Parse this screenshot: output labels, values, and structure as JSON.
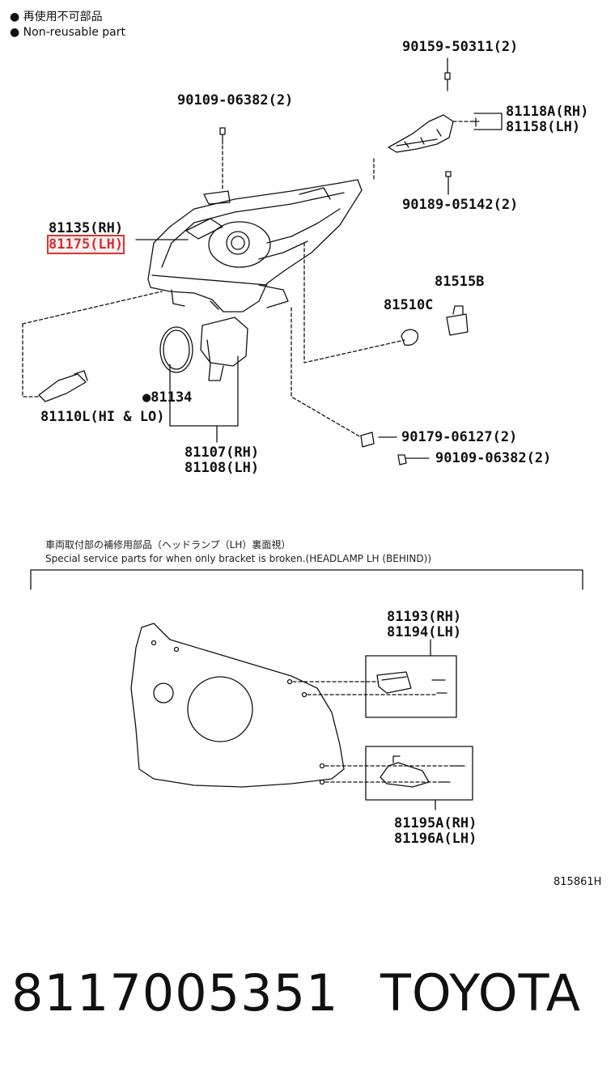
{
  "legend": {
    "jp": "● 再使用不可部品",
    "en": "● Non-reusable part"
  },
  "parts": {
    "p1": "90159-50311(2)",
    "p2": "90109-06382(2)",
    "p3a": "81118A(RH)",
    "p3b": "81158(LH)",
    "p4": "90189-05142(2)",
    "p5a": "81135(RH)",
    "p5b": "81175(LH)",
    "p6": "81515B",
    "p7": "81510C",
    "p8": "●81134",
    "p9": "81110L(HI & LO)",
    "p10": "90179-06127(2)",
    "p11": "90109-06382(2)",
    "p12a": "81107(RH)",
    "p12b": "81108(LH)",
    "p13a": "81193(RH)",
    "p13b": "81194(LH)",
    "p14a": "81195A(RH)",
    "p14b": "81196A(LH)"
  },
  "section": {
    "jp": "車両取付部の補修用部品（ヘッドランプ（LH）裏面視）",
    "en": "Special service parts for when only bracket is broken.(HEADLAMP LH (BEHIND))"
  },
  "diagram_code": "815861H",
  "footer": {
    "part_number": "8117005351",
    "brand": "TOYOTA"
  }
}
